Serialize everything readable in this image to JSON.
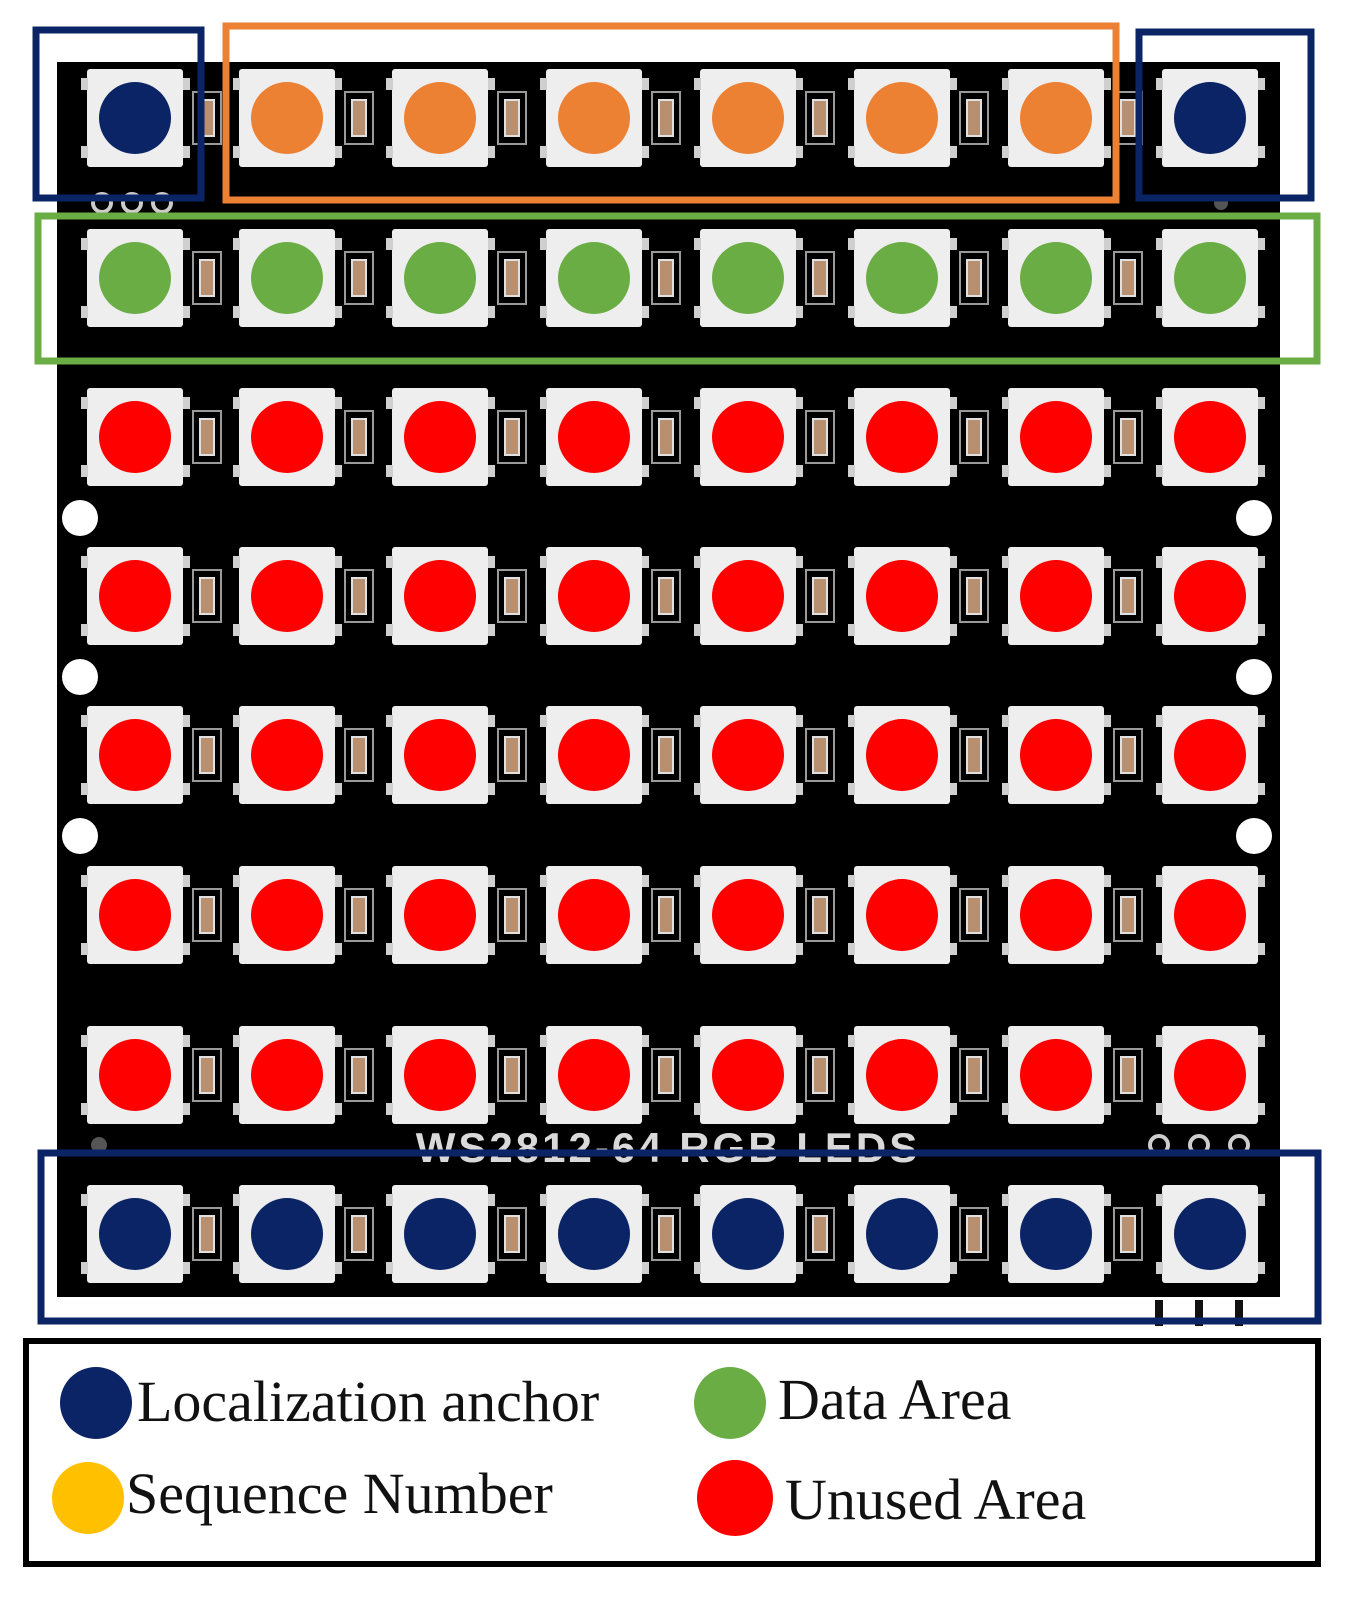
{
  "board": {
    "silkscreen": "WS2812-64 RGB LEDS",
    "rows": 8,
    "cols": 8,
    "board_color": "#000000",
    "pad_color": "#eeeeee"
  },
  "colors": {
    "anchor": "#0b2466",
    "sequence": "#ec8033",
    "data": "#6aad45",
    "unused": "#ff0000",
    "legend_sequence_swatch": "#ffc000"
  },
  "grid": [
    [
      "anchor",
      "sequence",
      "sequence",
      "sequence",
      "sequence",
      "sequence",
      "sequence",
      "anchor"
    ],
    [
      "data",
      "data",
      "data",
      "data",
      "data",
      "data",
      "data",
      "data"
    ],
    [
      "unused",
      "unused",
      "unused",
      "unused",
      "unused",
      "unused",
      "unused",
      "unused"
    ],
    [
      "unused",
      "unused",
      "unused",
      "unused",
      "unused",
      "unused",
      "unused",
      "unused"
    ],
    [
      "unused",
      "unused",
      "unused",
      "unused",
      "unused",
      "unused",
      "unused",
      "unused"
    ],
    [
      "unused",
      "unused",
      "unused",
      "unused",
      "unused",
      "unused",
      "unused",
      "unused"
    ],
    [
      "unused",
      "unused",
      "unused",
      "unused",
      "unused",
      "unused",
      "unused",
      "unused"
    ],
    [
      "anchor",
      "anchor",
      "anchor",
      "anchor",
      "anchor",
      "anchor",
      "anchor",
      "anchor"
    ]
  ],
  "legend": {
    "localization_anchor": "Localization anchor",
    "data_area": "Data Area",
    "sequence_number": "Sequence Number",
    "unused_area": "Unused Area"
  }
}
